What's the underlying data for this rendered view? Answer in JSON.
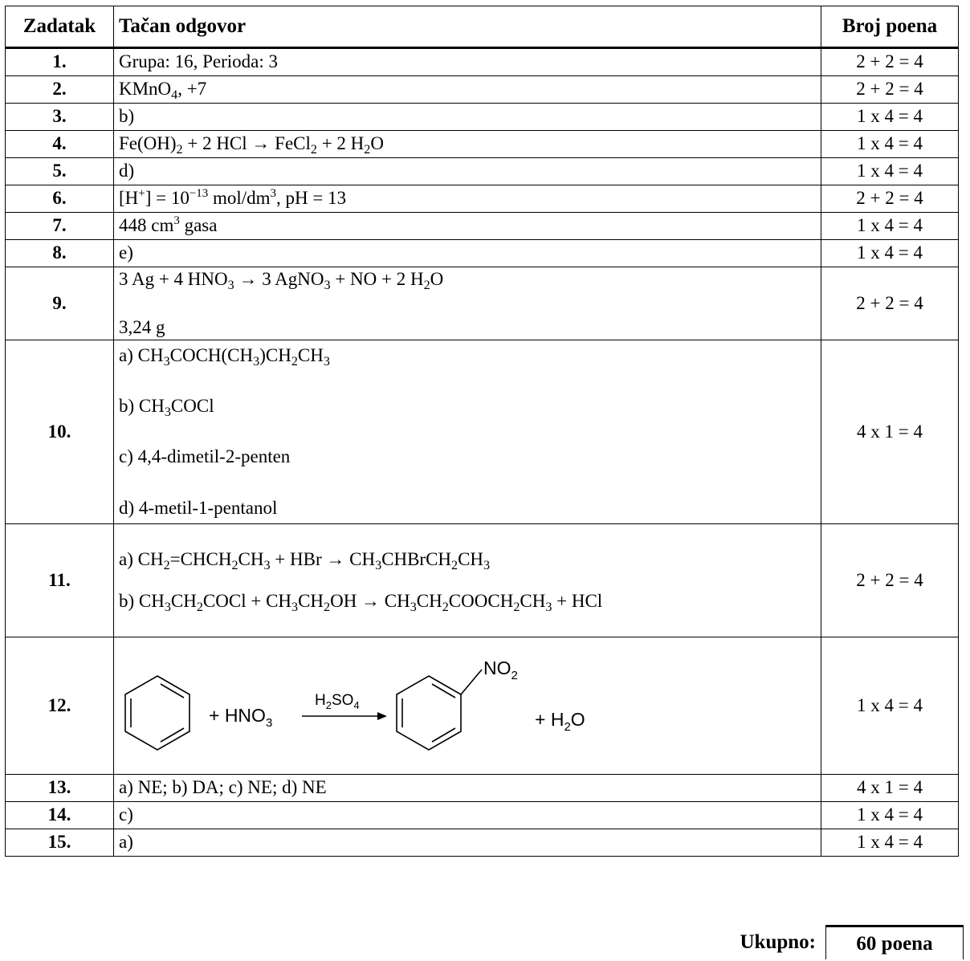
{
  "table": {
    "headers": [
      "Zadatak",
      "Tačan odgovor",
      "Broj poena"
    ],
    "rows": [
      {
        "num": "1.",
        "points": "2 + 2 = 4"
      },
      {
        "num": "2.",
        "points": "2 + 2 = 4"
      },
      {
        "num": "3.",
        "points": "1 x 4 = 4"
      },
      {
        "num": "4.",
        "points": "1 x 4 = 4"
      },
      {
        "num": "5.",
        "points": "1 x 4 = 4"
      },
      {
        "num": "6.",
        "points": "2 + 2 = 4"
      },
      {
        "num": "7.",
        "points": "1 x 4 = 4"
      },
      {
        "num": "8.",
        "points": "1 x 4 = 4"
      },
      {
        "num": "9.",
        "points": "2 + 2 = 4"
      },
      {
        "num": "10.",
        "points": "4 x 1 = 4"
      },
      {
        "num": "11.",
        "points": "2 + 2 = 4"
      },
      {
        "num": "12.",
        "points": "1 x 4 = 4"
      },
      {
        "num": "13.",
        "points": "4 x 1 = 4"
      },
      {
        "num": "14.",
        "points": "1 x 4 = 4"
      },
      {
        "num": "15.",
        "points": "1 x 4 = 4"
      }
    ]
  },
  "answers": {
    "a1": "Grupa: 16, Perioda: 3",
    "a2": {
      "formula_main": "KMnO",
      "sub": "4",
      "rest": ", +7"
    },
    "a3": "b)",
    "a4": {
      "p1": "Fe(OH)",
      "s1": "2",
      "p2": " + 2 HCl → FeCl",
      "s2": "2",
      "p3": " + 2 H",
      "s3": "2",
      "p4": "O"
    },
    "a5": "d)",
    "a6": {
      "p1": "[H",
      "sup1": "+",
      "p2": "] = 10",
      "sup2": "−13",
      "p3": " mol/dm",
      "sup3": "3",
      "p4": ", pH = 13"
    },
    "a7": {
      "p1": "448 cm",
      "sup1": "3",
      "p2": " gasa"
    },
    "a8": "e)",
    "a9": {
      "line1": {
        "p1": "3 Ag + 4 HNO",
        "s1": "3",
        "p2": " → 3 AgNO",
        "s2": "3",
        "p3": " + NO + 2 H",
        "s3": "2",
        "p4": "O"
      },
      "line2": "3,24 g"
    },
    "a10": {
      "a": {
        "p1": "a) CH",
        "s1": "3",
        "p2": "COCH(CH",
        "s2": "3",
        "p3": ")CH",
        "s3": "2",
        "p4": "CH",
        "s4": "3"
      },
      "b": {
        "p1": "b) CH",
        "s1": "3",
        "p2": "COCl"
      },
      "c": "c) 4,4-dimetil-2-penten",
      "d": "d) 4-metil-1-pentanol"
    },
    "a11": {
      "a": {
        "p1": "a) CH",
        "s1": "2",
        "p2": "=CHCH",
        "s2": "2",
        "p3": "CH",
        "s3": "3",
        "p4": " + HBr → CH",
        "s4": "3",
        "p5": "CHBrCH",
        "s5": "2",
        "p6": "CH",
        "s6": "3"
      },
      "b": {
        "p1": "b) CH",
        "s1": "3",
        "p2": "CH",
        "s2": "2",
        "p3": "COCl + CH",
        "s3": "3",
        "p4": "CH",
        "s4": "2",
        "p5": "OH → CH",
        "s5": "3",
        "p6": "CH",
        "s6": "2",
        "p7": "COOCH",
        "s7": "2",
        "p8": "CH",
        "s8": "3",
        "p9": " + HCl"
      }
    },
    "a12": {
      "plus_reagent": "+ HNO",
      "reagent_sub": "3",
      "catalyst": "H",
      "cat_s1": "2",
      "catalyst2": "SO",
      "cat_s2": "4",
      "substituent": "NO",
      "subst_sub": "2",
      "product2": "+ H",
      "product2_sub": "2",
      "product2_end": "O"
    },
    "a13": "a) NE; b) DA; c) NE; d) NE",
    "a14": "c)",
    "a15": "a)"
  },
  "total": {
    "label": "Ukupno:",
    "value": "60 poena"
  }
}
